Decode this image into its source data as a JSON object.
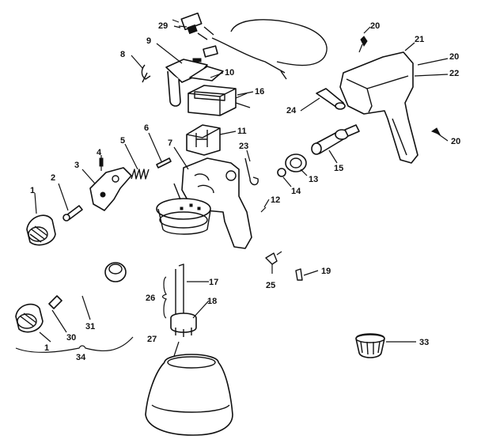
{
  "diagram": {
    "callouts": [
      "29",
      "20",
      "9",
      "8",
      "21",
      "20",
      "22",
      "10",
      "16",
      "24",
      "6",
      "11",
      "5",
      "4",
      "7",
      "23",
      "20",
      "15",
      "3",
      "13",
      "2",
      "14",
      "1",
      "12",
      "19",
      "25",
      "17",
      "26",
      "18",
      "31",
      "30",
      "1",
      "34",
      "27",
      "33"
    ]
  }
}
